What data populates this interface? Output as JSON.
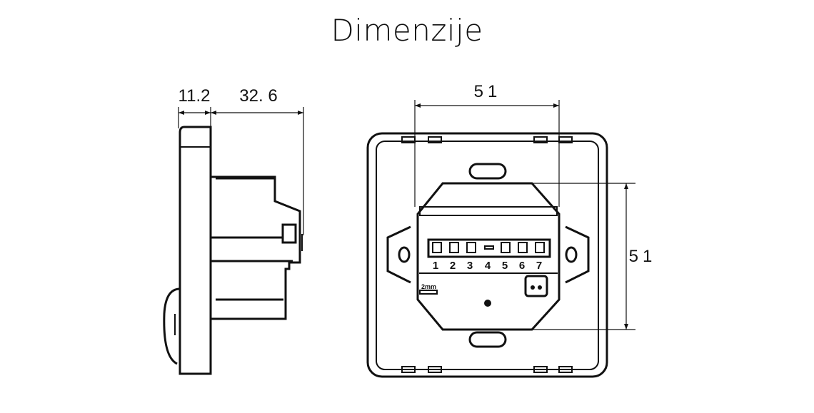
{
  "title": "Dimenzije",
  "side_view": {
    "front_depth_label": "11.2",
    "body_depth_label": "32. 6"
  },
  "front_view": {
    "width_label": "51",
    "height_label": "51",
    "terminals": [
      "1",
      "2",
      "3",
      "4",
      "5",
      "6",
      "7"
    ],
    "small_label": "2mm"
  }
}
